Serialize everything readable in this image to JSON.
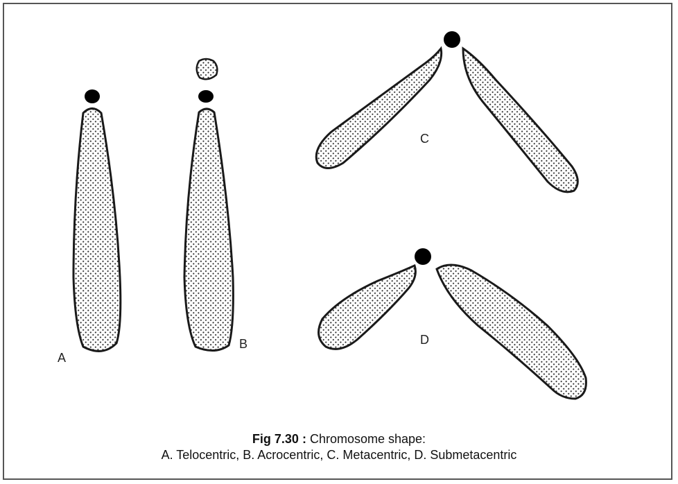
{
  "figure": {
    "number": "Fig 7.30 :",
    "title": "Chromosome shape:",
    "legend": "A. Telocentric, B. Acrocentric, C. Metacentric, D. Submetacentric"
  },
  "labels": {
    "a": "A",
    "b": "B",
    "c": "C",
    "d": "D"
  },
  "colors": {
    "outline": "#1a1a1a",
    "centromere": "#000000",
    "stipple": "#333333",
    "background": "#ffffff"
  }
}
